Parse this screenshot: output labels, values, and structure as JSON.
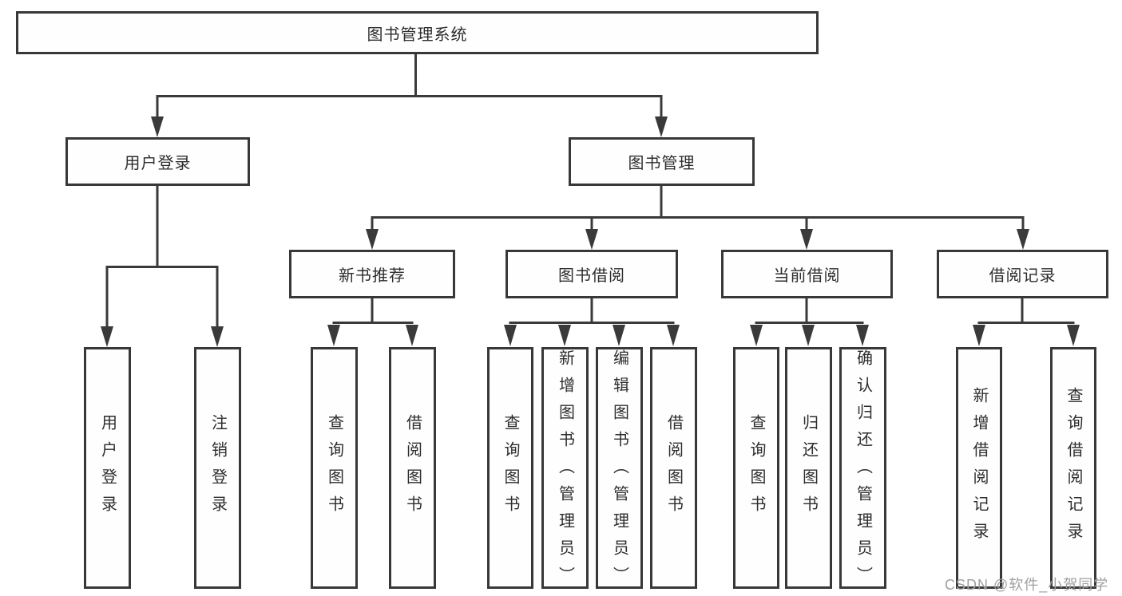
{
  "diagram_title": "图书管理系统",
  "tree": {
    "root": {
      "label": "图书管理系统",
      "children": [
        {
          "label": "用户登录",
          "children": [
            {
              "label": "用户登录"
            },
            {
              "label": "注销登录"
            }
          ]
        },
        {
          "label": "图书管理",
          "children": [
            {
              "label": "新书推荐",
              "children": [
                {
                  "label": "查询图书"
                },
                {
                  "label": "借阅图书"
                }
              ]
            },
            {
              "label": "图书借阅",
              "children": [
                {
                  "label": "查询图书"
                },
                {
                  "label": "新增图书（管理员）"
                },
                {
                  "label": "编辑图书（管理员）"
                },
                {
                  "label": "借阅图书"
                }
              ]
            },
            {
              "label": "当前借阅",
              "children": [
                {
                  "label": "查询图书"
                },
                {
                  "label": "归还图书"
                },
                {
                  "label": "确认归还（管理员）"
                }
              ]
            },
            {
              "label": "借阅记录",
              "children": [
                {
                  "label": "新增借阅记录"
                },
                {
                  "label": "查询借阅记录"
                }
              ]
            }
          ]
        }
      ]
    }
  },
  "watermark": "CSDN @软件_小贺同学",
  "colors": {
    "line": "#3a3a3a",
    "box_border": "#383838",
    "text": "#2d2d2d",
    "watermark": "#a0a0a0",
    "background": "#ffffff"
  }
}
